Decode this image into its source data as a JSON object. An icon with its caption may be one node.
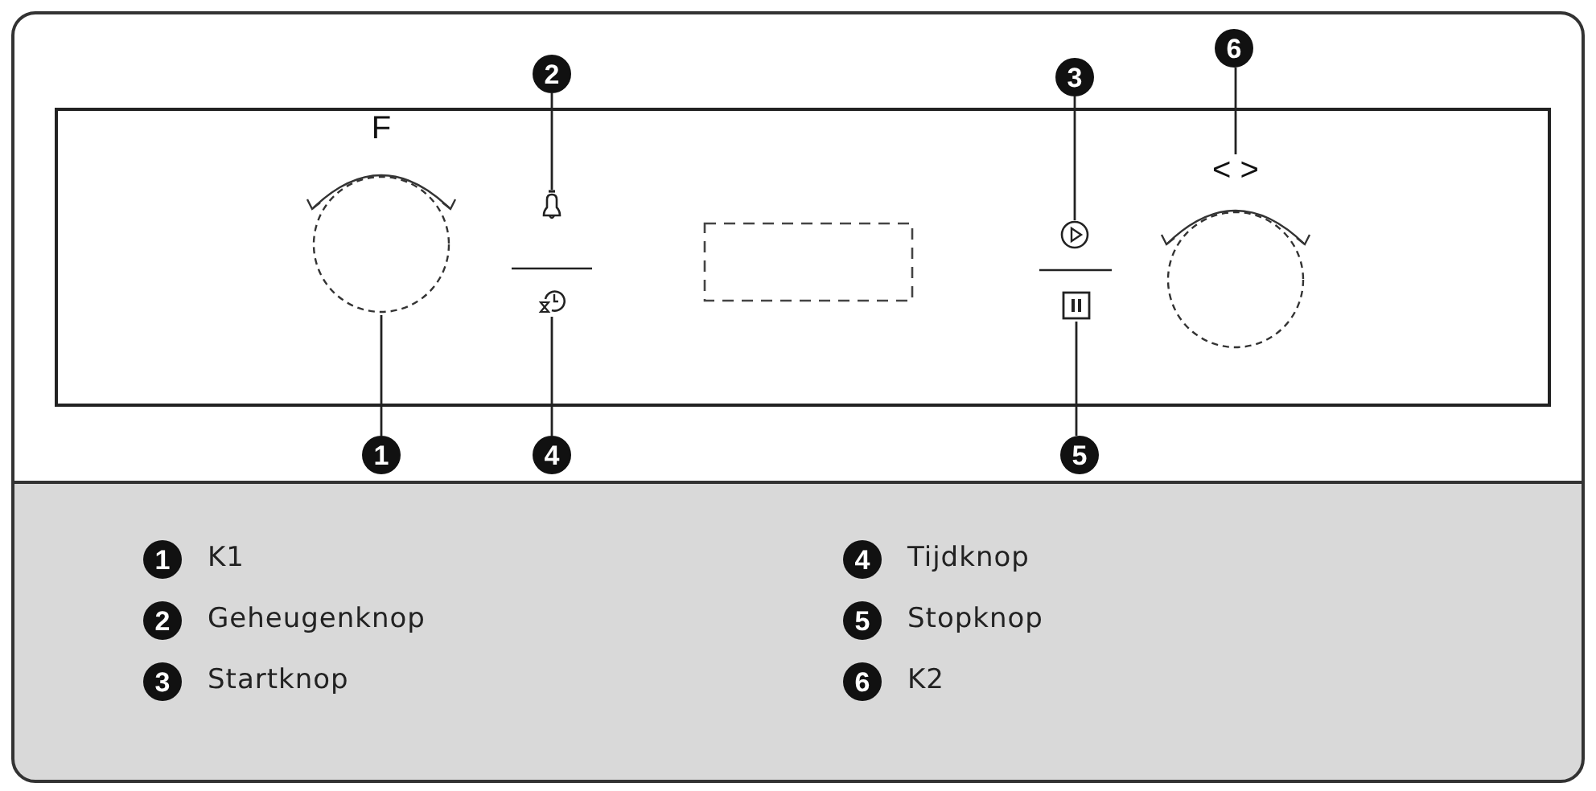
{
  "diagram": {
    "nodes": [
      {
        "text": [
          "6"
        ]
      },
      {
        "text": [
          "2"
        ]
      },
      {
        "text": [
          "3"
        ]
      },
      {
        "text": [
          "F"
        ]
      },
      {
        "text": [],
        "shape": "bell"
      },
      {
        "text": [
          "< >"
        ]
      },
      {
        "text": [],
        "shape": "circle"
      },
      {
        "text": [],
        "shape": "clock"
      },
      {
        "text": [],
        "shape": "box"
      },
      {
        "text": [
          "1"
        ]
      },
      {
        "text": [
          "4"
        ]
      },
      {
        "text": [
          "5"
        ]
      },
      {
        "text": [],
        "shape": "box"
      },
      {
        "text": [
          "1"
        ],
        "beside": [
          "K1"
        ]
      },
      {
        "text": [
          "4"
        ],
        "beside": [
          "Tijdknop"
        ]
      },
      {
        "text": [
          "2"
        ],
        "beside": [
          "Geheugenknop"
        ]
      },
      {
        "text": [
          "5"
        ],
        "beside": [
          "Stopknop"
        ]
      },
      {
        "text": [
          "3"
        ],
        "beside": [
          "Startknop"
        ]
      },
      {
        "text": [
          "6"
        ],
        "beside": [
          "K2"
        ]
      }
    ],
    "edges": [
      {
        "from": 9,
        "to": 3,
        "arrow": "none"
      },
      {
        "from": 1,
        "to": 4,
        "arrow": "none"
      },
      {
        "from": 2,
        "to": 6,
        "arrow": "none"
      },
      {
        "from": 0,
        "to": 5,
        "arrow": "none"
      },
      {
        "from": 10,
        "to": 7,
        "arrow": "none"
      },
      {
        "from": 11,
        "to": 8,
        "arrow": "none"
      }
    ]
  }
}
